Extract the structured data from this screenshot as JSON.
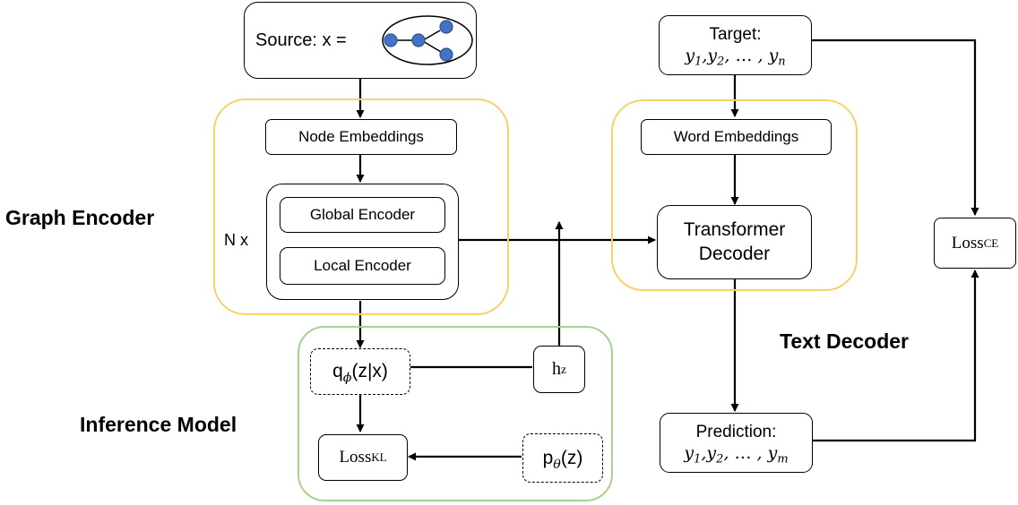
{
  "source": {
    "label": "Source: x ="
  },
  "target": {
    "title": "Target:",
    "seq_vars": [
      "y",
      "y",
      "y"
    ],
    "seq_subs": [
      "1",
      "2",
      "n"
    ],
    "ellipsis": "…"
  },
  "prediction": {
    "title": "Prediction:",
    "seq_vars": [
      "y",
      "y",
      "y"
    ],
    "seq_subs": [
      "1",
      "2",
      "m"
    ],
    "ellipsis": "…"
  },
  "graph_encoder": {
    "label": "Graph Encoder",
    "node_embeddings": "Node Embeddings",
    "repeat": "N x",
    "global_encoder": "Global Encoder",
    "local_encoder": "Local Encoder"
  },
  "text_decoder": {
    "label": "Text Decoder",
    "word_embeddings": "Word Embeddings",
    "transformer_line1": "Transformer",
    "transformer_line2": "Decoder"
  },
  "inference_model": {
    "label": "Inference Model",
    "q_base": "q",
    "q_sub": "ϕ",
    "q_args": "(z|x)",
    "h_base": "h",
    "h_sub": "z",
    "p_base": "p",
    "p_sub": "θ",
    "p_args": "(z)",
    "loss_kl_base": "Loss",
    "loss_kl_sub": "KL"
  },
  "loss_ce": {
    "base": "Loss",
    "sub": "CE"
  },
  "colors": {
    "graph_encoder_border": "#F5D36B",
    "text_decoder_border": "#F5D36B",
    "inference_border": "#A9D18E",
    "node_fill": "#4472C4"
  }
}
